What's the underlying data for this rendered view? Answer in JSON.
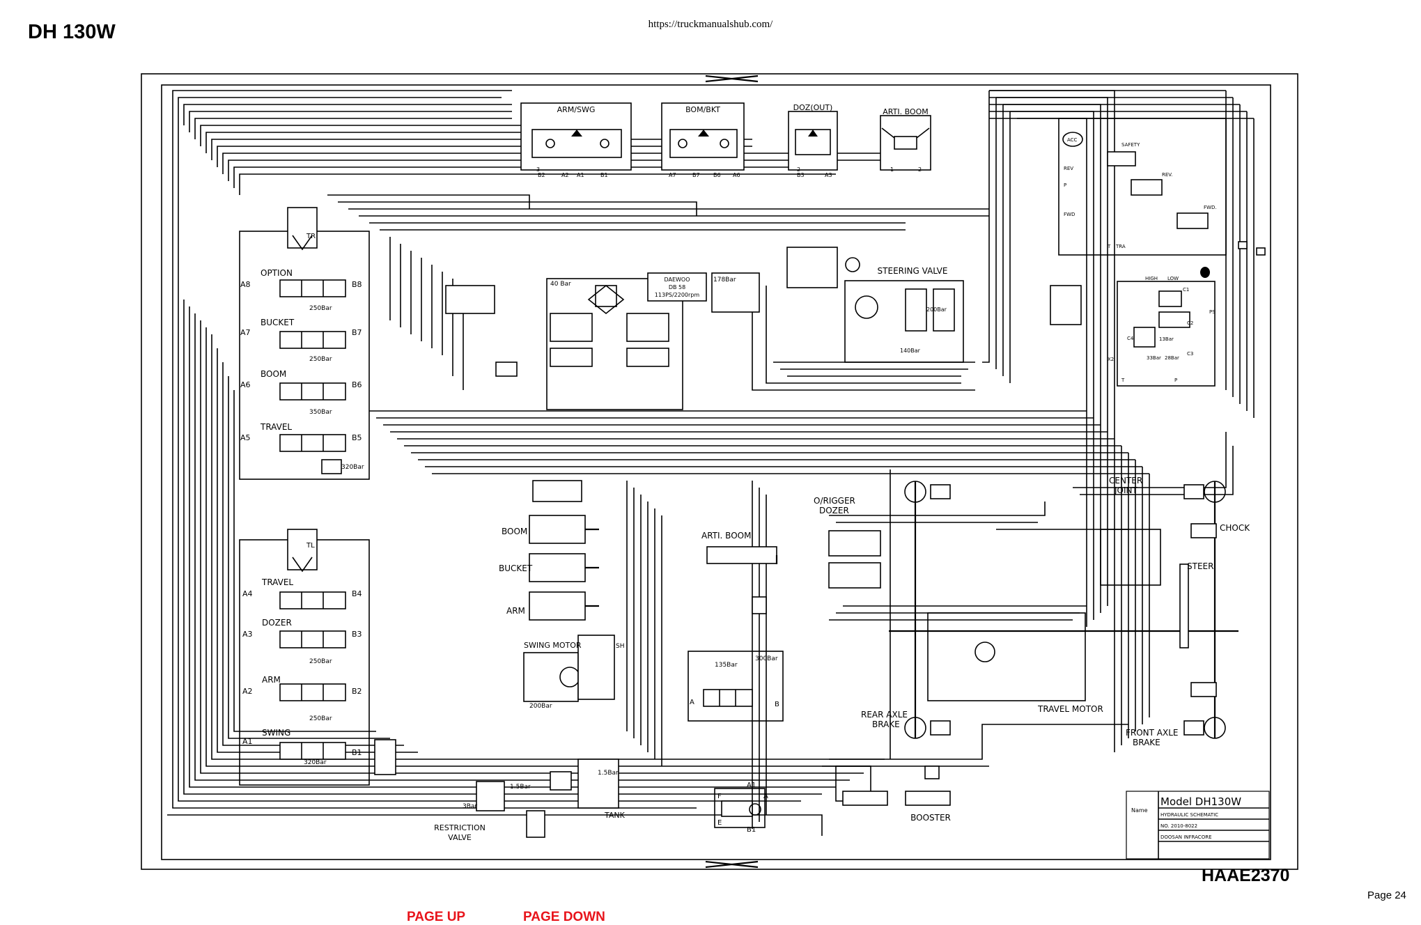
{
  "header": {
    "model_title": "DH 130W",
    "source_url": "https://truckmanualshub.com/"
  },
  "diagram": {
    "top_valves": [
      {
        "title": "ARM/SWG",
        "ports": [
          "3",
          "B2",
          "A2",
          "A1",
          "B1"
        ]
      },
      {
        "title": "BOM/BKT",
        "ports": [
          "A7",
          "B7",
          "B6",
          "A6"
        ]
      },
      {
        "title": "DOZ(OUT)",
        "ports": [
          "2",
          "B3",
          "A3"
        ]
      },
      {
        "title": "ARTI. BOOM",
        "ports": [
          "1",
          "2"
        ]
      }
    ],
    "upper_control_valve": [
      {
        "label": "OPTION",
        "port_a": "A8",
        "port_b": "B8",
        "relief": "250Bar"
      },
      {
        "label": "BUCKET",
        "port_a": "A7",
        "port_b": "B7",
        "relief": "250Bar"
      },
      {
        "label": "BOOM",
        "port_a": "A6",
        "port_b": "B6",
        "relief": "350Bar"
      },
      {
        "label": "TRAVEL",
        "port_a": "A5",
        "port_b": "B5",
        "relief": "320Bar"
      }
    ],
    "upper_tr_label": "TR",
    "lower_control_valve": [
      {
        "label": "TRAVEL",
        "port_a": "A4",
        "port_b": "B4",
        "relief": ""
      },
      {
        "label": "DOZER",
        "port_a": "A3",
        "port_b": "B3",
        "relief": "250Bar"
      },
      {
        "label": "ARM",
        "port_a": "A2",
        "port_b": "B2",
        "relief": "250Bar"
      },
      {
        "label": "SWING",
        "port_a": "A1",
        "port_b": "B1",
        "relief": "320Bar"
      }
    ],
    "lower_tl_label": "TL",
    "engine": {
      "line1": "DAEWOO",
      "line2": "DB 58",
      "line3": "113PS/2200rpm"
    },
    "pump_pressures": {
      "left": "40 Bar",
      "right": "178Bar"
    },
    "steering_valve": {
      "label": "STEERING VALVE",
      "pressure_1": "200Bar",
      "pressure_2": "140Bar"
    },
    "cylinders": {
      "boom": "BOOM",
      "bucket": "BUCKET",
      "arm": "ARM",
      "arti_boom": "ARTI. BOOM"
    },
    "swing_motor": {
      "label": "SWING MOTOR",
      "pressure": "200Bar",
      "port": "SH"
    },
    "arti_valve": {
      "p1": "135Bar",
      "p2": "300Bar",
      "port_a": "A",
      "port_b": "B"
    },
    "tank": {
      "label": "TANK",
      "pressure": "1.5Bar",
      "pressure_2": "1.5Bar"
    },
    "restriction": {
      "label_1": "RESTRICTION",
      "label_2": "VALVE",
      "pressure": "3Bar"
    },
    "bottom_valve_ports": {
      "a1": "A1",
      "b1": "B1",
      "f": "F",
      "e": "E",
      "a": "A"
    },
    "safety_block": {
      "acc": "ACC",
      "safety": "SAFETY",
      "rev": "REV.",
      "fwd": "FWD.",
      "rev_port": "REV",
      "fwd_port": "FWD",
      "p": "P",
      "t": "T",
      "tra": "TRA"
    },
    "gear_shift": {
      "high": "HIGH",
      "low": "LOW",
      "c1": "C1",
      "c2": "C2",
      "c3": "C3",
      "c4": "C4",
      "p1": "13Bar",
      "p2": "33Bar",
      "p3": "28Bar",
      "ps": "PS",
      "x2": "X2",
      "t": "T",
      "p": "P"
    },
    "center_joint": {
      "line1": "CENTER",
      "line2": "JOINT"
    },
    "outrigger": {
      "line1": "O/RIGGER",
      "line2": "DOZER"
    },
    "chock": "CHOCK",
    "steer": "STEER",
    "travel_motor": "TRAVEL MOTOR",
    "rear_axle": {
      "line1": "REAR AXLE",
      "line2": "BRAKE"
    },
    "front_axle": {
      "line1": "FRONT AXLE",
      "line2": "BRAKE"
    },
    "booster": "BOOSTER",
    "title_block": {
      "name_label": "Name",
      "model": "Model  DH130W",
      "description": "HYDRAULIC SCHEMATIC",
      "number": "NO.  2010-8022",
      "company": "DOOSAN INFRACORE"
    }
  },
  "footer": {
    "drawing_code": "HAAE2370",
    "page_number": "Page 24",
    "page_up": "PAGE UP",
    "page_down": "PAGE DOWN"
  }
}
